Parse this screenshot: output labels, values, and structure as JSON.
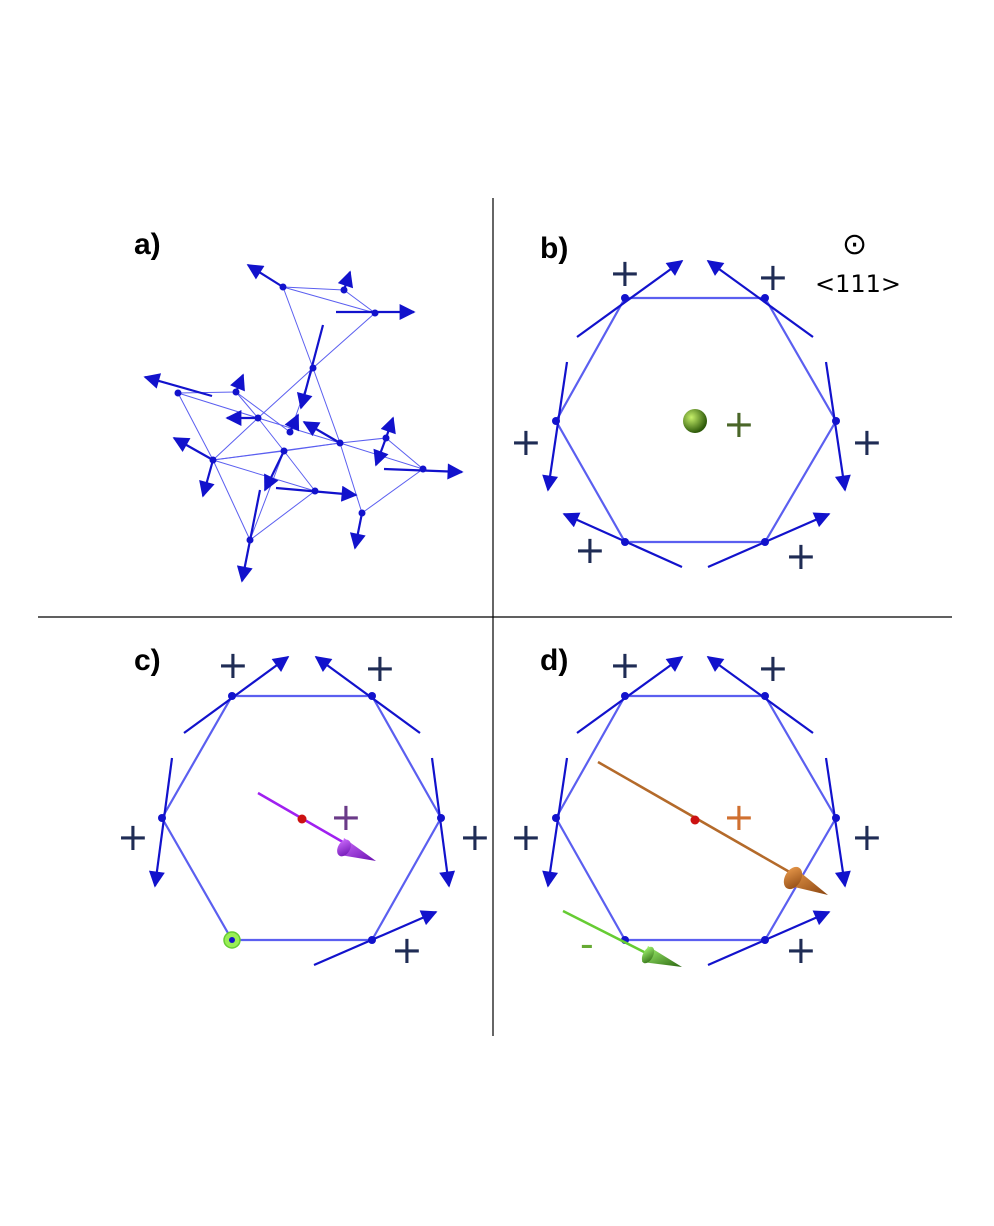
{
  "colors": {
    "spin": "#1212cc",
    "bond": "#5b5ff0",
    "plus": "#1f2c55",
    "ball_green": "#4f8a1c",
    "center_plus_b": "#4a6628",
    "moment_purple": "#a020f0",
    "center_plus_c": "#6a3a88",
    "moment_orange": "#c46a1e",
    "center_plus_d": "#d07030",
    "moment_green": "#66cc33",
    "minus_green": "#66aa33",
    "dot_red": "#cc1111",
    "hollow_green": "#99ee55"
  },
  "panels": {
    "a": {
      "label": "a)"
    },
    "b": {
      "label": "b)",
      "center_sign": "+",
      "axis_symbol": "⊙",
      "axis_text": "<111>"
    },
    "c": {
      "label": "c)",
      "center_sign": "+"
    },
    "d": {
      "label": "d)",
      "center_sign": "+",
      "minus_sign": "-"
    }
  },
  "plus_sign": "+"
}
